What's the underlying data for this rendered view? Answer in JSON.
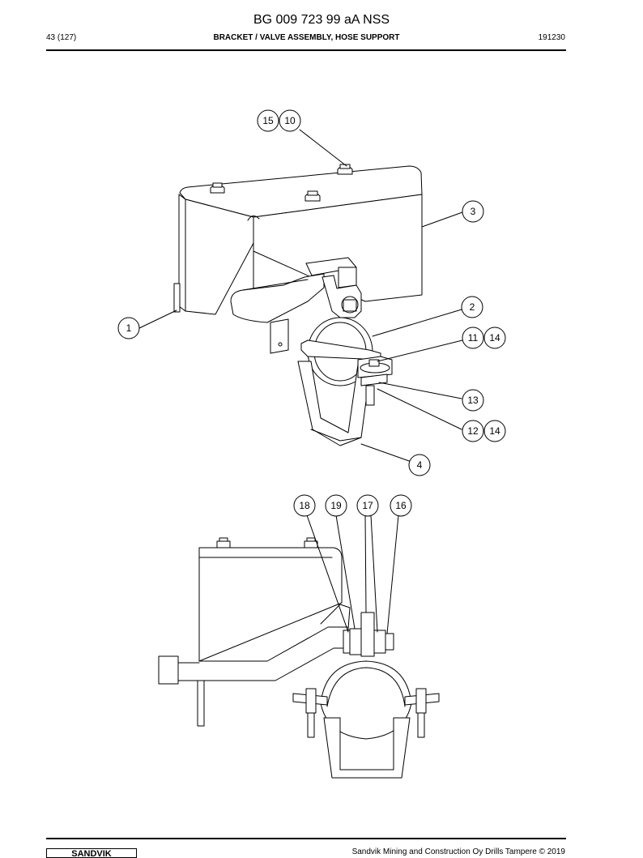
{
  "document": {
    "title": "BG 009 723 99 aA NSS",
    "page": "43 (127)",
    "section": "BRACKET / VALVE ASSEMBLY, HOSE SUPPORT",
    "code": "191230"
  },
  "callouts": {
    "c1": "1",
    "c2": "2",
    "c3": "3",
    "c4": "4",
    "c10": "10",
    "c11": "11",
    "c12": "12",
    "c13": "13",
    "c14a": "14",
    "c14b": "14",
    "c15": "15",
    "c16": "16",
    "c17": "17",
    "c18": "18",
    "c19": "19"
  },
  "footer": {
    "copyright": "Sandvik Mining and Construction Oy Drills Tampere © 2019",
    "logo": "SANDVIK"
  }
}
